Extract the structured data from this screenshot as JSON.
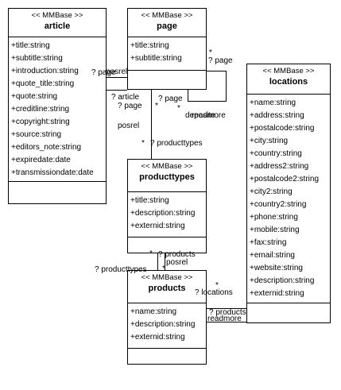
{
  "stereotype": "<< MMBase >>",
  "classes": {
    "article": {
      "name": "article",
      "attributes": [
        "+title:string",
        "+subtitle:string",
        "+introduction:string",
        "+quote_title:string",
        "+quote:string",
        "+creditline:string",
        "+copyright:string",
        "+source:string",
        "+editors_note:string",
        "+expiredate:date",
        "+transmissiondate:date"
      ]
    },
    "page": {
      "name": "page",
      "attributes": [
        "+title:string",
        "+subtitle:string"
      ]
    },
    "locations": {
      "name": "locations",
      "attributes": [
        "+name:string",
        "+address:string",
        "+postalcode:string",
        "+city:string",
        "+country:string",
        "+address2:string",
        "+postalcode2:string",
        "+city2:string",
        "+country2:string",
        "+phone:string",
        "+mobile:string",
        "+fax:string",
        "+email:string",
        "+website:string",
        "+description:string",
        "+externid:string"
      ]
    },
    "producttypes": {
      "name": "producttypes",
      "attributes": [
        "+title:string",
        "+description:string",
        "+externid:string"
      ]
    },
    "products": {
      "name": "products",
      "attributes": [
        "+name:string",
        "+description:string",
        "+externid:string"
      ]
    }
  },
  "labels": {
    "page_star": "*",
    "page_self": "? page",
    "article_page": "? page",
    "posrel_article": "posrel",
    "article_role": "? article",
    "article_page2": "? page",
    "page_role": "? page",
    "star_a": "*",
    "star_b": "*",
    "dr_a": "deposite",
    "dr_b": "readmore",
    "posrel_pt": "posrel",
    "star_pt": "*",
    "pt_role": "? producttypes",
    "star_prod": "*",
    "products_role": "? products",
    "posrel_prod": "posrel",
    "pt_role2": "? producttypes",
    "star_prod2": "*",
    "star_loc": "*",
    "loc_role": "? locations",
    "prod_role2": "? products",
    "readmore2": "readmore"
  }
}
